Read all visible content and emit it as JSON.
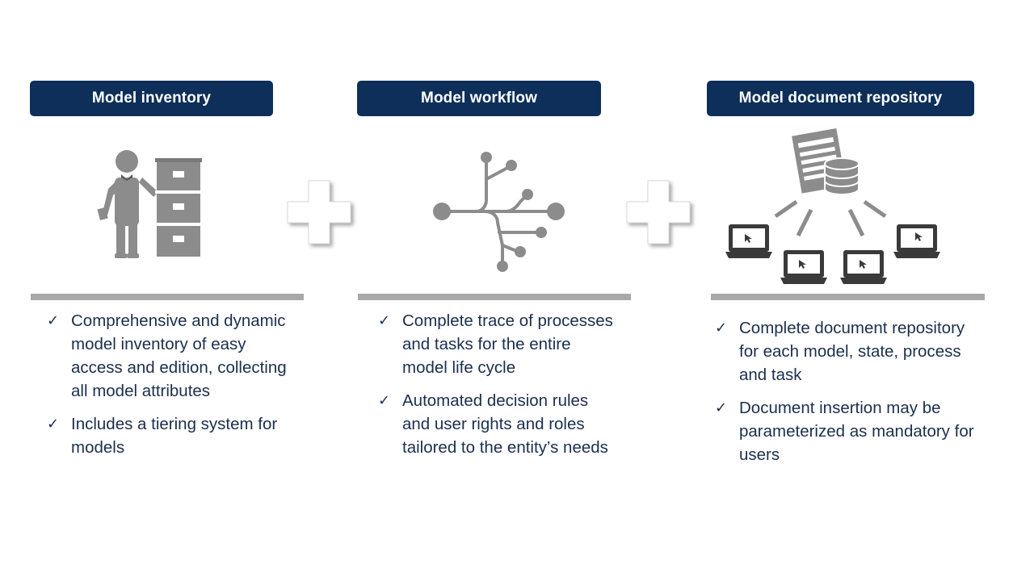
{
  "columns": [
    {
      "title": "Model inventory",
      "icon": "person-filing-cabinet-icon",
      "bullets": [
        "Comprehensive and dynamic model inventory of easy access and edition, collecting all model attributes",
        "Includes a tiering system for models"
      ]
    },
    {
      "title": "Model workflow",
      "icon": "workflow-branch-icon",
      "bullets": [
        "Complete trace of processes and tasks for the entire model life cycle",
        "Automated decision rules and user rights and roles tailored to the entity’s needs"
      ]
    },
    {
      "title": "Model document repository",
      "icon": "document-database-network-icon",
      "bullets": [
        "Complete document repository for each model, state, process and task",
        "Document insertion may be parameterized as mandatory for users"
      ]
    }
  ],
  "colors": {
    "header_bg": "#0d2f59",
    "icon_gray": "#8c8c8c",
    "dark_gray": "#3a3a3a",
    "divider": "#a8a8a8",
    "text": "#1b2f4d"
  }
}
